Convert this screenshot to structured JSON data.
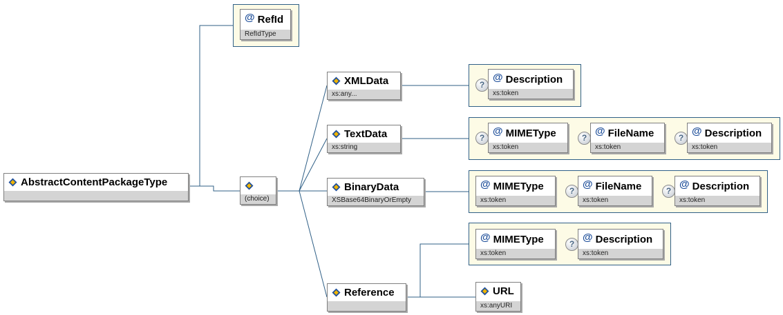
{
  "root": {
    "label": "AbstractContentPackageType"
  },
  "refid": {
    "label": "RefId",
    "type": "RefIdType"
  },
  "choice": {
    "type": "(choice)"
  },
  "xmldata": {
    "label": "XMLData",
    "type": "xs:any...",
    "attrs": [
      {
        "label": "Description",
        "type": "xs:token"
      }
    ]
  },
  "textdata": {
    "label": "TextData",
    "type": "xs:string",
    "attrs": [
      {
        "label": "MIMEType",
        "type": "xs:token"
      },
      {
        "label": "FileName",
        "type": "xs:token"
      },
      {
        "label": "Description",
        "type": "xs:token"
      }
    ]
  },
  "binarydata": {
    "label": "BinaryData",
    "type": "XSBase64BinaryOrEmpty",
    "attrs": [
      {
        "label": "MIMEType",
        "type": "xs:token"
      },
      {
        "label": "FileName",
        "type": "xs:token"
      },
      {
        "label": "Description",
        "type": "xs:token"
      }
    ]
  },
  "reference": {
    "label": "Reference",
    "attrs": [
      {
        "label": "MIMEType",
        "type": "xs:token"
      },
      {
        "label": "Description",
        "type": "xs:token"
      }
    ],
    "url": {
      "label": "URL",
      "type": "xs:anyURI"
    }
  },
  "icons": {
    "element": "element-diamond-icon",
    "attribute": "attribute-at-icon",
    "optional": "optional-question-icon"
  },
  "colors": {
    "connector": "#2f5f86",
    "group_fill": "#fdfbe6",
    "type_bar": "#d4d4d4",
    "icon_blue": "#1f4f9a",
    "icon_gold": "#f0b400"
  }
}
